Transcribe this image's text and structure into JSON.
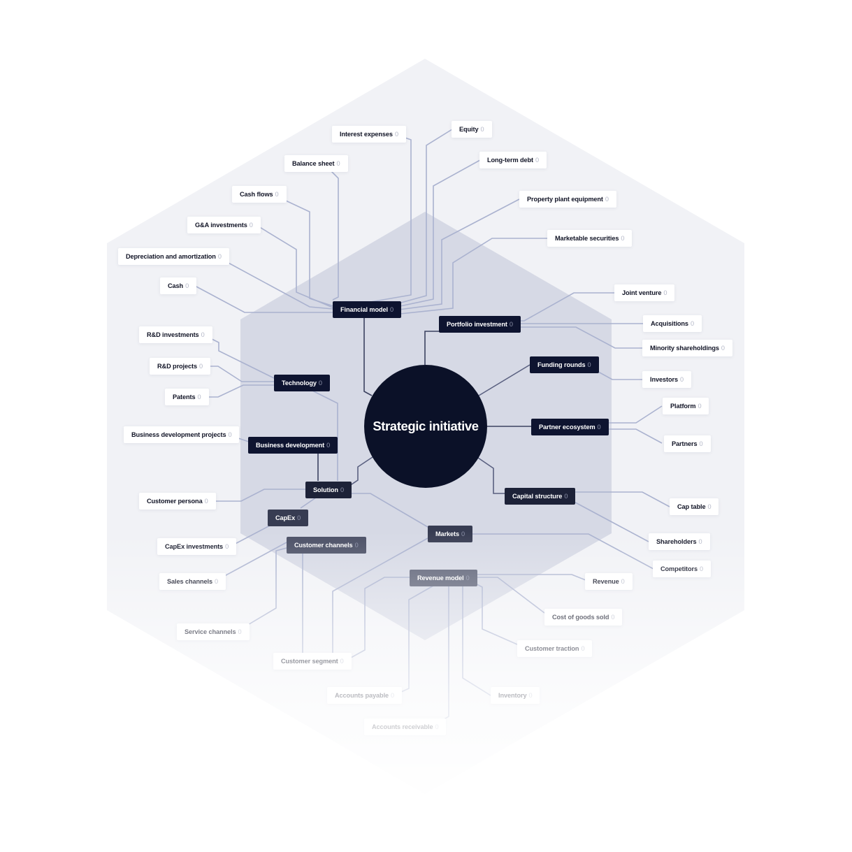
{
  "center": {
    "label": "Strategic initiative"
  },
  "colors": {
    "outer_hexagon": "#f1f2f6",
    "inner_hexagon": "#d6d9e5",
    "hub_dark": "#0e1430",
    "hub_mid": "#373c52",
    "hub_light": "#5b6075",
    "link": "#aab2cf"
  },
  "hubs": [
    {
      "id": "financial-model",
      "label": "Financial model",
      "count": "0"
    },
    {
      "id": "portfolio-investment",
      "label": "Portfolio investment",
      "count": "0"
    },
    {
      "id": "funding-rounds",
      "label": "Funding rounds",
      "count": "0"
    },
    {
      "id": "partner-ecosystem",
      "label": "Partner ecosystem",
      "count": "0"
    },
    {
      "id": "capital-structure",
      "label": "Capital structure",
      "count": "0"
    },
    {
      "id": "technology",
      "label": "Technology",
      "count": "0"
    },
    {
      "id": "business-development",
      "label": "Business development",
      "count": "0"
    },
    {
      "id": "solution",
      "label": "Solution",
      "count": "0"
    },
    {
      "id": "capex",
      "label": "CapEx",
      "count": "0"
    },
    {
      "id": "customer-channels",
      "label": "Customer channels",
      "count": "0"
    },
    {
      "id": "markets",
      "label": "Markets",
      "count": "0"
    },
    {
      "id": "revenue-model",
      "label": "Revenue model",
      "count": "0"
    }
  ],
  "leaves": [
    {
      "id": "interest-expenses",
      "label": "Interest expenses",
      "count": "0"
    },
    {
      "id": "equity",
      "label": "Equity",
      "count": "0"
    },
    {
      "id": "balance-sheet",
      "label": "Balance sheet",
      "count": "0"
    },
    {
      "id": "long-term-debt",
      "label": "Long-term debt",
      "count": "0"
    },
    {
      "id": "cash-flows",
      "label": "Cash flows",
      "count": "0"
    },
    {
      "id": "property-plant-equipment",
      "label": "Property plant equipment",
      "count": "0"
    },
    {
      "id": "ga-investments",
      "label": "G&A investments",
      "count": "0"
    },
    {
      "id": "marketable-securities",
      "label": "Marketable securities",
      "count": "0"
    },
    {
      "id": "depreciation-and-amortization",
      "label": "Depreciation and amortization",
      "count": "0"
    },
    {
      "id": "cash",
      "label": "Cash",
      "count": "0"
    },
    {
      "id": "joint-venture",
      "label": "Joint venture",
      "count": "0"
    },
    {
      "id": "acquisitions",
      "label": "Acquisitions",
      "count": "0"
    },
    {
      "id": "minority-shareholdings",
      "label": "Minority shareholdings",
      "count": "0"
    },
    {
      "id": "investors",
      "label": "Investors",
      "count": "0"
    },
    {
      "id": "platform",
      "label": "Platform",
      "count": "0"
    },
    {
      "id": "partners",
      "label": "Partners",
      "count": "0"
    },
    {
      "id": "cap-table",
      "label": "Cap table",
      "count": "0"
    },
    {
      "id": "shareholders",
      "label": "Shareholders",
      "count": "0"
    },
    {
      "id": "competitors",
      "label": "Competitors",
      "count": "0"
    },
    {
      "id": "rd-investments",
      "label": "R&D investments",
      "count": "0"
    },
    {
      "id": "rd-projects",
      "label": "R&D projects",
      "count": "0"
    },
    {
      "id": "patents",
      "label": "Patents",
      "count": "0"
    },
    {
      "id": "business-development-projects",
      "label": "Business development projects",
      "count": "0"
    },
    {
      "id": "customer-persona",
      "label": "Customer persona",
      "count": "0"
    },
    {
      "id": "capex-investments",
      "label": "CapEx investments",
      "count": "0"
    },
    {
      "id": "sales-channels",
      "label": "Sales channels",
      "count": "0"
    },
    {
      "id": "service-channels",
      "label": "Service channels",
      "count": "0"
    },
    {
      "id": "customer-segment",
      "label": "Customer segment",
      "count": "0"
    },
    {
      "id": "revenue",
      "label": "Revenue",
      "count": "0"
    },
    {
      "id": "cost-of-goods-sold",
      "label": "Cost of goods sold",
      "count": "0"
    },
    {
      "id": "customer-traction",
      "label": "Customer traction",
      "count": "0"
    },
    {
      "id": "accounts-payable",
      "label": "Accounts payable",
      "count": "0"
    },
    {
      "id": "inventory",
      "label": "Inventory",
      "count": "0"
    },
    {
      "id": "accounts-receivable",
      "label": "Accounts receivable",
      "count": "0"
    }
  ]
}
